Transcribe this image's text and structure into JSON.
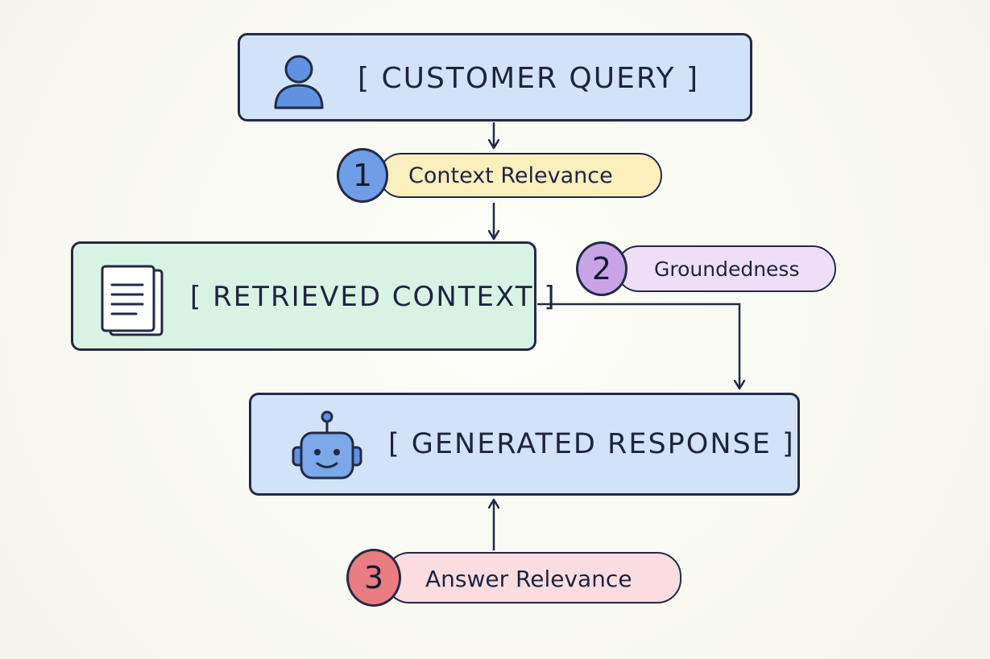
{
  "nodes": {
    "query": {
      "label": "[ CUSTOMER QUERY ]",
      "icon": "user-icon"
    },
    "context": {
      "label": "[ RETRIEVED CONTEXT ]",
      "icon": "document-icon"
    },
    "response": {
      "label": "[ GENERATED RESPONSE ]",
      "icon": "robot-icon"
    }
  },
  "metrics": [
    {
      "number": "1",
      "label": "Context Relevance",
      "color": "#6f9ee6",
      "pill_color": "#fbefbe"
    },
    {
      "number": "2",
      "label": "Groundedness",
      "color": "#c8a4e6",
      "pill_color": "#eedff7"
    },
    {
      "number": "3",
      "label": "Answer Relevance",
      "color": "#ea7c84",
      "pill_color": "#fbdde1"
    }
  ],
  "colors": {
    "query_box": "#d3e3f7",
    "context_box": "#d8f2e4",
    "response_box": "#d3e3f7",
    "outline": "#232a45"
  }
}
